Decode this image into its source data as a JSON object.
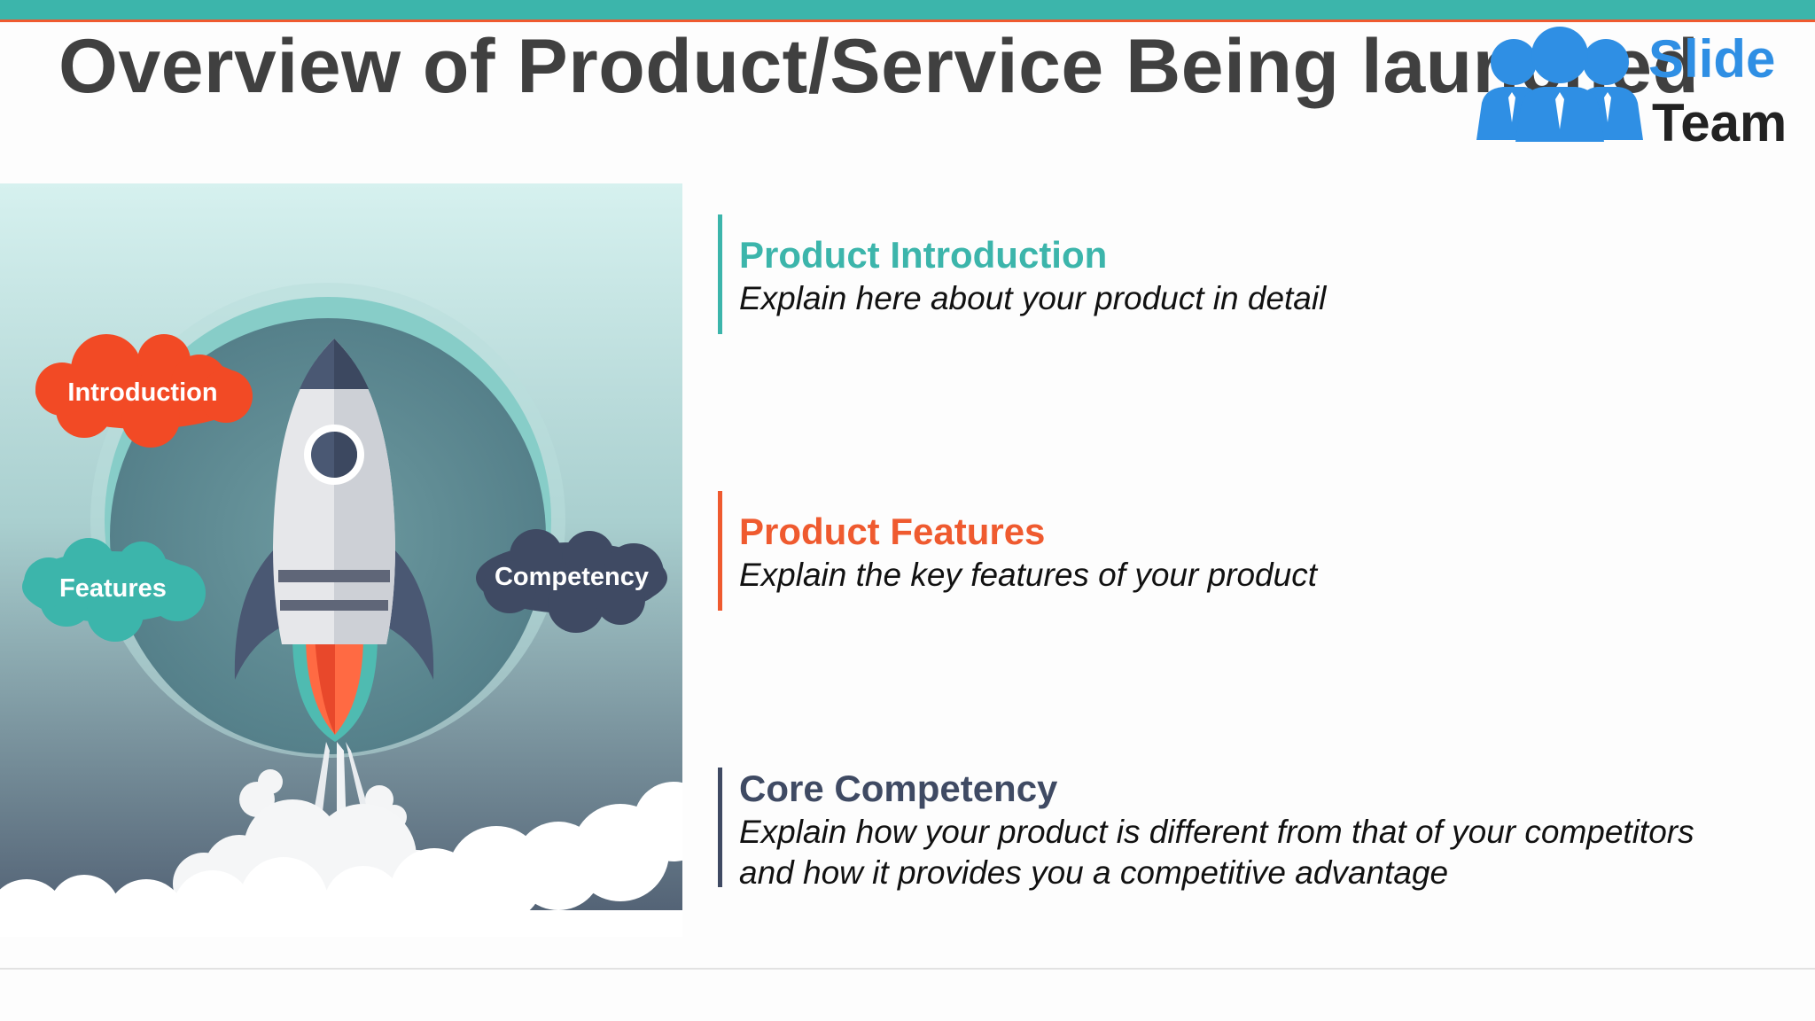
{
  "slide": {
    "title": "Overview of Product/Service Being launched"
  },
  "logo": {
    "line1": "Slide",
    "line2": "Team",
    "icon": "people-group-icon"
  },
  "illustration": {
    "clouds": {
      "introduction": "Introduction",
      "features": "Features",
      "competency": "Competency"
    },
    "icon": "rocket-launch-icon"
  },
  "sections": [
    {
      "heading": "Product Introduction",
      "description": [
        "Explain here about your product in detail"
      ],
      "color": "#3cb5ab"
    },
    {
      "heading": "Product Features",
      "description": [
        "Explain the key features of your product"
      ],
      "color": "#ef5a2f"
    },
    {
      "heading": "Core Competency",
      "description": [
        "Explain how your product is different from that of your competitors",
        "and how it provides you a competitive advantage"
      ],
      "color": "#3f4a63"
    }
  ],
  "colors": {
    "accent_teal": "#3cb5ab",
    "accent_orange": "#ef5a2f",
    "accent_navy": "#3f4a63",
    "logo_blue": "#2f8fe4"
  }
}
